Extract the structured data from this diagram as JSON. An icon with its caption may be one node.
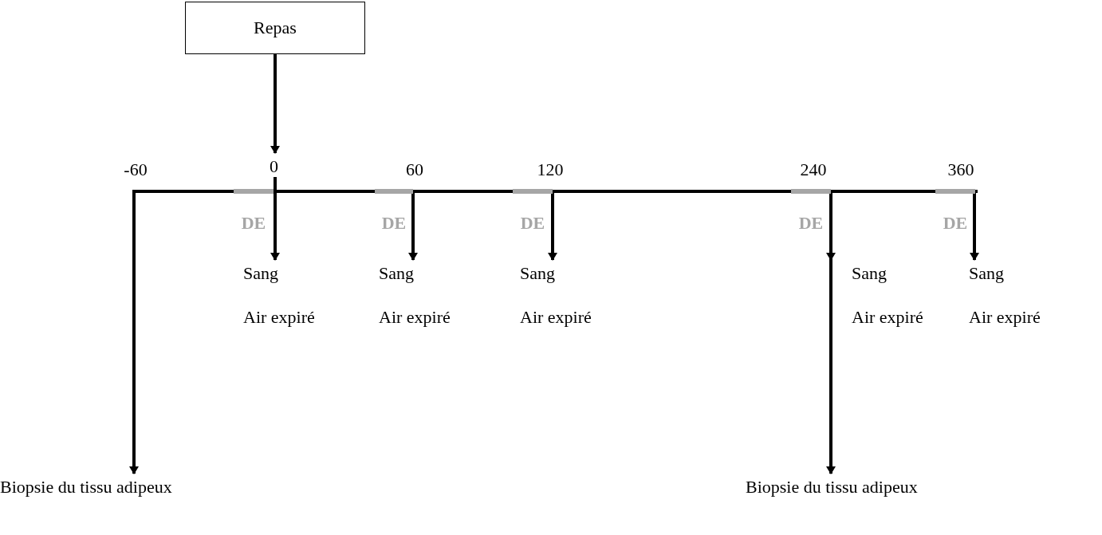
{
  "diagram": {
    "nodes": [
      {
        "text": [
          "Repas"
        ]
      },
      {
        "text": [
          "0"
        ]
      },
      {
        "text": [
          "Sang",
          "Air expiré"
        ]
      },
      {
        "text": [
          "Sang",
          "Air expiré"
        ]
      },
      {
        "text": [
          "Sang",
          "Air expiré"
        ]
      },
      {
        "text": [
          "Sang",
          "Air expiré"
        ]
      },
      {
        "text": [
          "Sang",
          "Air expiré"
        ]
      },
      {
        "text": [
          "Biopsie du tissu adipeux"
        ]
      },
      {
        "text": [
          "Biopsie du tissu adipeux"
        ]
      }
    ],
    "edges": [
      {
        "from": 0,
        "to": 1,
        "arrow": "to"
      },
      {
        "from": 1,
        "to": 2,
        "arrow": "to"
      },
      {
        "from": null,
        "to": 3,
        "arrow": "to"
      },
      {
        "from": null,
        "to": 4,
        "arrow": "to"
      },
      {
        "from": null,
        "to": 5,
        "arrow": "to"
      },
      {
        "from": null,
        "to": 6,
        "arrow": "to"
      },
      {
        "from": null,
        "to": 7,
        "arrow": "to"
      },
      {
        "from": null,
        "to": 8,
        "arrow": "to"
      }
    ],
    "labels": [
      "-60",
      "60",
      "120",
      "240",
      "360",
      "DE",
      "DE",
      "DE",
      "DE",
      "DE"
    ]
  }
}
